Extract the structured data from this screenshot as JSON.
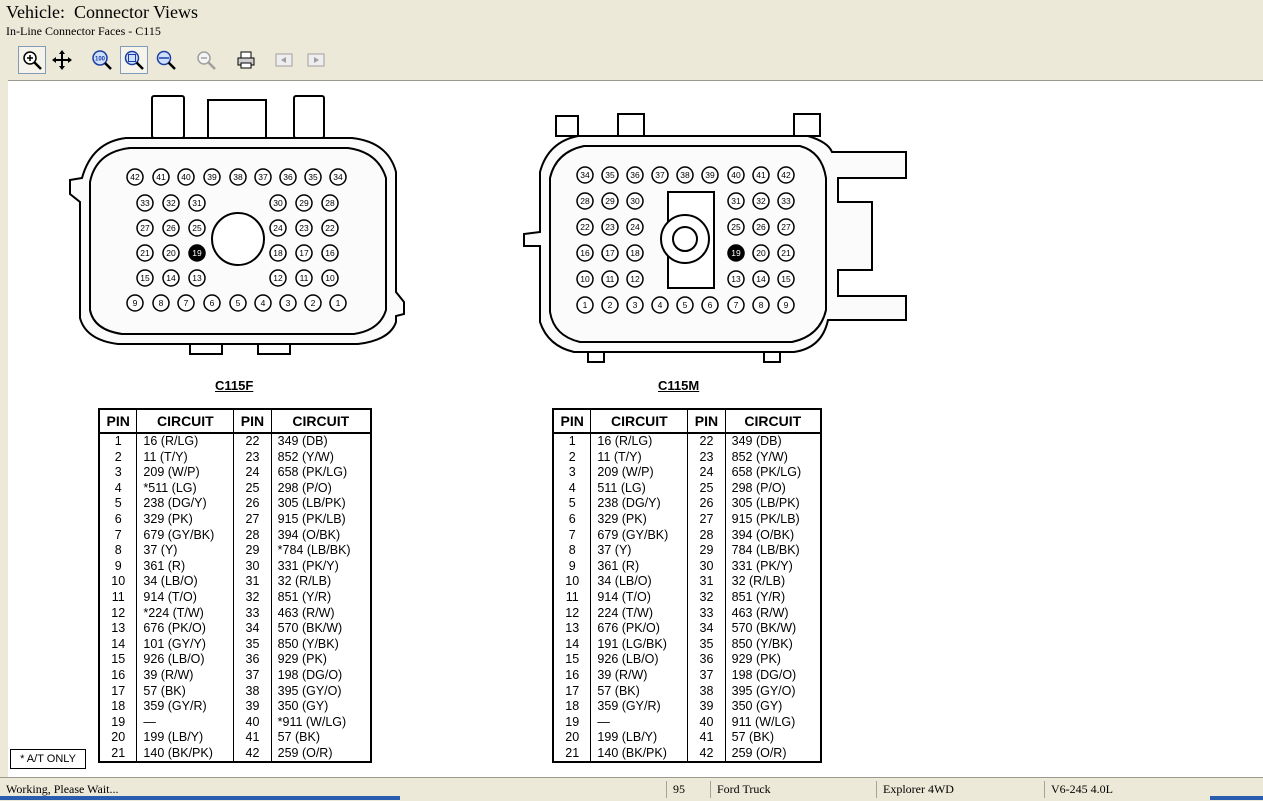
{
  "window": {
    "title": "Vehicle:  Connector Views",
    "subtitle": "In-Line Connector Faces - C115"
  },
  "toolbar": {
    "buttons": [
      {
        "name": "zoom-in-icon",
        "pressed": true
      },
      {
        "name": "pan-icon",
        "pressed": false
      },
      {
        "name": "zoom-100-icon",
        "pressed": false
      },
      {
        "name": "zoom-fit-icon",
        "pressed": true
      },
      {
        "name": "zoom-width-icon",
        "pressed": false
      },
      {
        "name": "zoom-out-icon",
        "pressed": false,
        "disabled": true
      },
      {
        "name": "print-icon",
        "pressed": false
      },
      {
        "name": "previous-page-icon",
        "pressed": false,
        "disabled": true
      },
      {
        "name": "next-page-icon",
        "pressed": false,
        "disabled": true
      }
    ]
  },
  "connectors": {
    "female": {
      "label": "C115F",
      "rows": [
        [
          "42",
          "41",
          "40",
          "39",
          "38",
          "37",
          "36",
          "35",
          "34"
        ],
        [
          "33",
          "32",
          "31",
          "30",
          "29",
          "28"
        ],
        [
          "27",
          "26",
          "25",
          "24",
          "23",
          "22"
        ],
        [
          "21",
          "20",
          "19",
          "18",
          "17",
          "16"
        ],
        [
          "15",
          "14",
          "13",
          "12",
          "11",
          "10"
        ],
        [
          "9",
          "8",
          "7",
          "6",
          "5",
          "4",
          "3",
          "2",
          "1"
        ]
      ],
      "filled_pin": "19"
    },
    "male": {
      "label": "C115M",
      "rows": [
        [
          "34",
          "35",
          "36",
          "37",
          "38",
          "39",
          "40",
          "41",
          "42"
        ],
        [
          "28",
          "29",
          "30",
          "31",
          "32",
          "33"
        ],
        [
          "22",
          "23",
          "24",
          "25",
          "26",
          "27"
        ],
        [
          "16",
          "17",
          "18",
          "19",
          "20",
          "21"
        ],
        [
          "10",
          "11",
          "12",
          "13",
          "14",
          "15"
        ],
        [
          "1",
          "2",
          "3",
          "4",
          "5",
          "6",
          "7",
          "8",
          "9"
        ]
      ],
      "filled_pin": "19"
    }
  },
  "tables": {
    "headers": {
      "pin": "PIN",
      "circuit": "CIRCUIT"
    },
    "female": [
      [
        "1",
        "16 (R/LG)",
        "22",
        "349 (DB)"
      ],
      [
        "2",
        "11 (T/Y)",
        "23",
        "852 (Y/W)"
      ],
      [
        "3",
        "209 (W/P)",
        "24",
        "658 (PK/LG)"
      ],
      [
        "4",
        "*511 (LG)",
        "25",
        "298 (P/O)"
      ],
      [
        "5",
        "238 (DG/Y)",
        "26",
        "305 (LB/PK)"
      ],
      [
        "6",
        "329 (PK)",
        "27",
        "915 (PK/LB)"
      ],
      [
        "7",
        "679 (GY/BK)",
        "28",
        "394 (O/BK)"
      ],
      [
        "8",
        "37 (Y)",
        "29",
        "*784 (LB/BK)"
      ],
      [
        "9",
        "361 (R)",
        "30",
        "331 (PK/Y)"
      ],
      [
        "10",
        "34 (LB/O)",
        "31",
        "32 (R/LB)"
      ],
      [
        "11",
        "914 (T/O)",
        "32",
        "851 (Y/R)"
      ],
      [
        "12",
        "*224 (T/W)",
        "33",
        "463 (R/W)"
      ],
      [
        "13",
        "676 (PK/O)",
        "34",
        "570 (BK/W)"
      ],
      [
        "14",
        "101 (GY/Y)",
        "35",
        "850 (Y/BK)"
      ],
      [
        "15",
        "926 (LB/O)",
        "36",
        "929 (PK)"
      ],
      [
        "16",
        "39 (R/W)",
        "37",
        "198 (DG/O)"
      ],
      [
        "17",
        "57 (BK)",
        "38",
        "395 (GY/O)"
      ],
      [
        "18",
        "359 (GY/R)",
        "39",
        "350 (GY)"
      ],
      [
        "19",
        "—",
        "40",
        "*911 (W/LG)"
      ],
      [
        "20",
        "199 (LB/Y)",
        "41",
        "57 (BK)"
      ],
      [
        "21",
        "140 (BK/PK)",
        "42",
        "259 (O/R)"
      ]
    ],
    "male": [
      [
        "1",
        "16 (R/LG)",
        "22",
        "349 (DB)"
      ],
      [
        "2",
        "11 (T/Y)",
        "23",
        "852 (Y/W)"
      ],
      [
        "3",
        "209 (W/P)",
        "24",
        "658 (PK/LG)"
      ],
      [
        "4",
        "511 (LG)",
        "25",
        "298 (P/O)"
      ],
      [
        "5",
        "238 (DG/Y)",
        "26",
        "305 (LB/PK)"
      ],
      [
        "6",
        "329 (PK)",
        "27",
        "915 (PK/LB)"
      ],
      [
        "7",
        "679 (GY/BK)",
        "28",
        "394 (O/BK)"
      ],
      [
        "8",
        "37 (Y)",
        "29",
        "784 (LB/BK)"
      ],
      [
        "9",
        "361 (R)",
        "30",
        "331 (PK/Y)"
      ],
      [
        "10",
        "34 (LB/O)",
        "31",
        "32 (R/LB)"
      ],
      [
        "11",
        "914 (T/O)",
        "32",
        "851 (Y/R)"
      ],
      [
        "12",
        "224 (T/W)",
        "33",
        "463 (R/W)"
      ],
      [
        "13",
        "676 (PK/O)",
        "34",
        "570 (BK/W)"
      ],
      [
        "14",
        "191 (LG/BK)",
        "35",
        "850 (Y/BK)"
      ],
      [
        "15",
        "926 (LB/O)",
        "36",
        "929 (PK)"
      ],
      [
        "16",
        "39 (R/W)",
        "37",
        "198 (DG/O)"
      ],
      [
        "17",
        "57 (BK)",
        "38",
        "395 (GY/O)"
      ],
      [
        "18",
        "359 (GY/R)",
        "39",
        "350 (GY)"
      ],
      [
        "19",
        "—",
        "40",
        "911 (W/LG)"
      ],
      [
        "20",
        "199 (LB/Y)",
        "41",
        "57 (BK)"
      ],
      [
        "21",
        "140 (BK/PK)",
        "42",
        "259 (O/R)"
      ]
    ]
  },
  "note": "* A/T ONLY",
  "statusbar": {
    "status": "Working, Please Wait...",
    "page": "95",
    "make": "Ford Truck",
    "model": "Explorer 4WD",
    "engine": "V6-245 4.0L"
  },
  "colors": {
    "chrome": "#ece9d8",
    "selection_blue": "#2a5db0"
  }
}
